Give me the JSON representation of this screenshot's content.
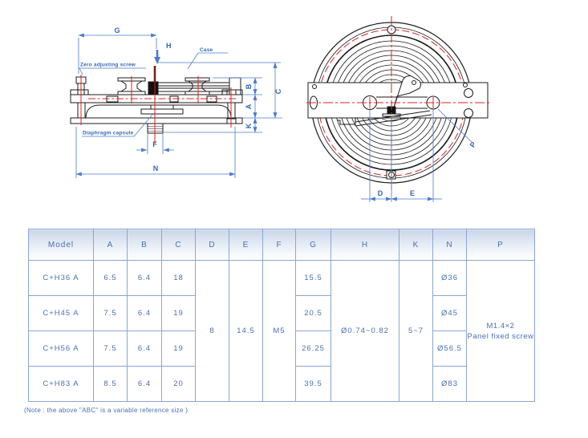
{
  "drawing": {
    "side_view": {
      "labels": {
        "g": "G",
        "h": "H",
        "b": "B",
        "a": "A",
        "k": "K",
        "c": "C",
        "f": "F",
        "n": "N",
        "zero_adjusting_screw": "Zero adjusting screw",
        "case": "Case",
        "diaphragm_capsule": "Diaphragm capsule"
      }
    },
    "front_view": {
      "labels": {
        "d": "D",
        "e": "E",
        "p": "P"
      }
    },
    "colors": {
      "dimension_blue": "#4a7cca",
      "centerline_red": "#e02020",
      "outline_black": "#1b1b1b"
    }
  },
  "table": {
    "headers": [
      "Model",
      "A",
      "B",
      "C",
      "D",
      "E",
      "F",
      "G",
      "H",
      "K",
      "N",
      "P"
    ],
    "rows": [
      {
        "model": "C+H36 A",
        "a": "6.5",
        "b": "6.4",
        "c": "18",
        "g": "15.5",
        "n": "Ø36"
      },
      {
        "model": "C+H45 A",
        "a": "7.5",
        "b": "6.4",
        "c": "19",
        "g": "20.5",
        "n": "Ø45"
      },
      {
        "model": "C+H56 A",
        "a": "7.5",
        "b": "6.4",
        "c": "19",
        "g": "26.25",
        "n": "Ø56.5"
      },
      {
        "model": "C+H83 A",
        "a": "8.5",
        "b": "6.4",
        "c": "20",
        "g": "39.5",
        "n": "Ø83"
      }
    ],
    "merged": {
      "d": "8",
      "e": "14.5",
      "f": "M5",
      "h": "Ø0.74~0.82",
      "k": "5~7",
      "p_line1": "M1.4×2",
      "p_line2": "Panel fixed screw"
    }
  },
  "note": "(Note : the above \"ABC\" is a variable reference size )"
}
